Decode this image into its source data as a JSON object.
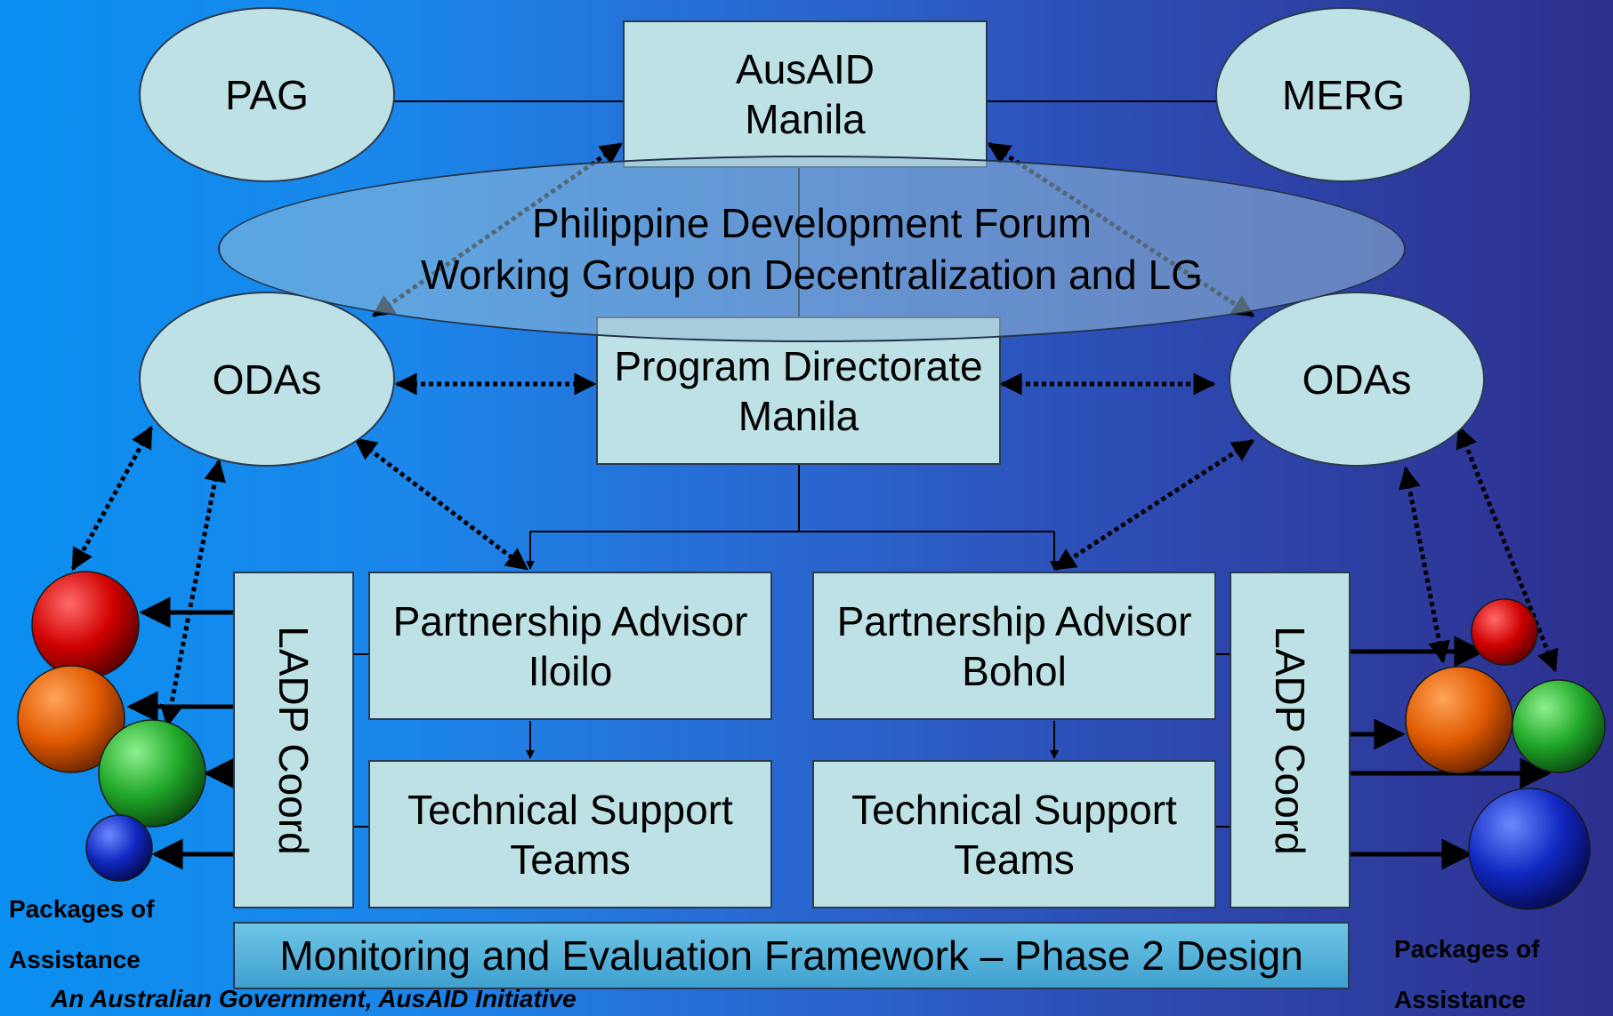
{
  "nodes": {
    "pag": "PAG",
    "merg": "MERG",
    "ausaid": [
      "AusAID",
      "Manila"
    ],
    "forum": [
      "Philippine Development Forum",
      "Working Group on Decentralization and LG"
    ],
    "odas_left": "ODAs",
    "odas_right": "ODAs",
    "program_directorate": [
      "Program Directorate",
      "Manila"
    ],
    "pa_iloilo": [
      "Partnership Advisor",
      "Iloilo"
    ],
    "pa_bohol": [
      "Partnership Advisor",
      "Bohol"
    ],
    "tst_left": [
      "Technical Support",
      "Teams"
    ],
    "tst_right": [
      "Technical Support",
      "Teams"
    ],
    "ladp_left": "LADP Coord",
    "ladp_right": "LADP Coord"
  },
  "packages_left": [
    "Packages of",
    "Assistance"
  ],
  "packages_right": [
    "Packages of",
    "Assistance"
  ],
  "mef_title": "Monitoring and Evaluation Framework – Phase 2 Design",
  "footer": "An Australian Government, AusAID Initiative",
  "colors": {
    "box_fill": "#bde1e5",
    "background_left": "#0a8ff0",
    "background_right": "#2d2f8d",
    "sphere_red": "#e01010",
    "sphere_orange": "#e8620a",
    "sphere_green": "#28b030",
    "sphere_blue": "#1a2fc0"
  }
}
